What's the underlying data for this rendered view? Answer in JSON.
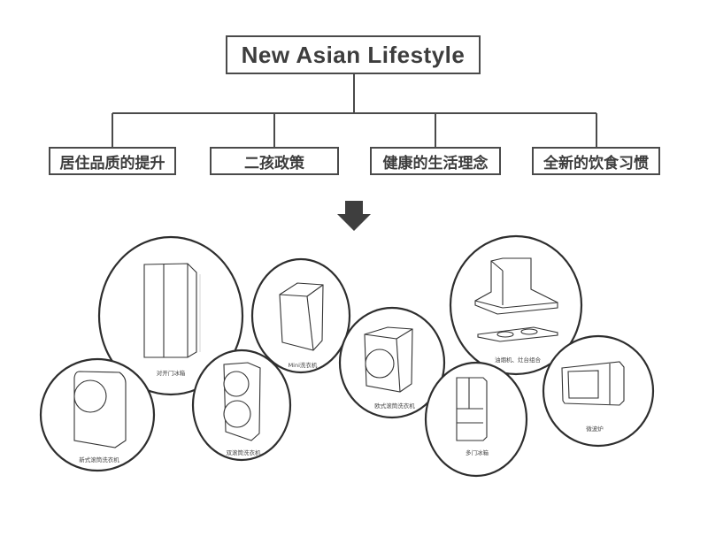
{
  "title": "New Asian Lifestyle",
  "categories": [
    {
      "label": "居住品质的提升"
    },
    {
      "label": "二孩政策"
    },
    {
      "label": "健康的生活理念"
    },
    {
      "label": "全新的饮食习惯"
    }
  ],
  "arrow_icon": "down-arrow-icon",
  "colors": {
    "line": "#4a4a4a",
    "text": "#3d3d3d",
    "background": "#ffffff"
  },
  "appliances": [
    {
      "id": "side-by-side-fridge",
      "label": "对开门冰箱"
    },
    {
      "id": "front-load-washer",
      "label": "新式滚筒洗衣机"
    },
    {
      "id": "twin-drum-washer",
      "label": "双滚筒洗衣机"
    },
    {
      "id": "mini-washer",
      "label": "Mini洗衣机"
    },
    {
      "id": "european-drum-washer",
      "label": "欧式滚筒洗衣机"
    },
    {
      "id": "range-hood-cooktop",
      "label": "油烟机、灶台组合"
    },
    {
      "id": "multi-door-fridge",
      "label": "多门冰箱"
    },
    {
      "id": "microwave",
      "label": "微波炉"
    }
  ]
}
